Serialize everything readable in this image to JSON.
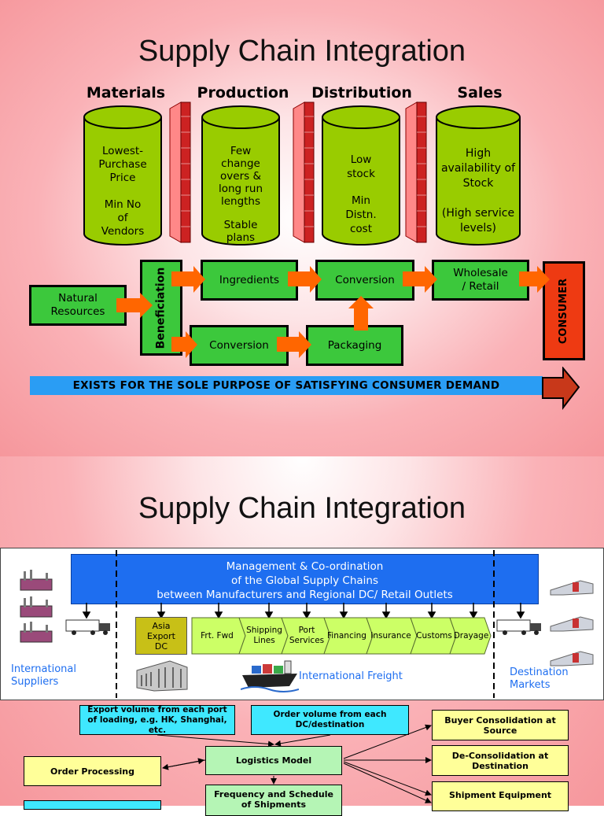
{
  "slide1": {
    "title": "Supply Chain Integration",
    "columns": [
      "Materials",
      "Production",
      "Distribution",
      "Sales"
    ],
    "cylinders": [
      [
        "Lowest-",
        "Purchase",
        "Price",
        "",
        "Min No",
        "of",
        "Vendors"
      ],
      [
        "Few",
        "change",
        "overs &",
        "long run",
        "lengths",
        "",
        "Stable",
        "plans"
      ],
      [
        "Low",
        "stock",
        "",
        "Min",
        "Distn.",
        "cost"
      ],
      [
        "High",
        "availability of",
        "Stock",
        "",
        "(High service",
        "levels)"
      ]
    ],
    "flow": {
      "natural_resources": "Natural\nResources",
      "beneficiation": "Beneficiation",
      "ingredients": "Ingredients",
      "conversion_top": "Conversion",
      "wholesale_retail": "Wholesale\n/ Retail",
      "conversion_bottom": "Conversion",
      "packaging": "Packaging",
      "consumer": "CONSUMER"
    },
    "banner": "EXISTS FOR THE SOLE PURPOSE OF SATISFYING CONSUMER DEMAND",
    "colors": {
      "cylinder": "#99cc00",
      "box": "#3cc83c",
      "arrow": "#ff6600",
      "consumer": "#ee3a12",
      "banner": "#2a9df4",
      "wall": "#cc2222"
    }
  },
  "slide2": {
    "title": "Supply Chain Integration",
    "management": [
      "Management & Co-ordination",
      "of the Global Supply Chains",
      "between Manufacturers and Regional DC/ Retail Outlets"
    ],
    "asia_dc": "Asia\nExport\nDC",
    "chevrons": [
      "Frt. Fwd",
      "Shipping\nLines",
      "Port\nServices",
      "Financing",
      "Insurance",
      "Customs",
      "Drayage"
    ],
    "international_suppliers": "International\nSuppliers",
    "international_freight": "International Freight",
    "destination_markets": "Destination\nMarkets",
    "colors": {
      "management": "#1e6ef0",
      "chevron": "#ccff66",
      "asia_dc": "#c8c017",
      "label": "#1e6ef0"
    }
  },
  "model": {
    "export_volume": "Export volume from each port\nof loading, e.g. HK, Shanghai,\netc.",
    "order_volume": "Order volume from each\nDC/destination",
    "buyer_consolidation": "Buyer Consolidation at\nSource",
    "order_processing": "Order Processing",
    "logistics_model": "Logistics Model",
    "deconsolidation": "De-Consolidation at\nDestination",
    "frequency_schedule": "Frequency and Schedule\nof Shipments",
    "shipment_equipment": "Shipment Equipment"
  }
}
